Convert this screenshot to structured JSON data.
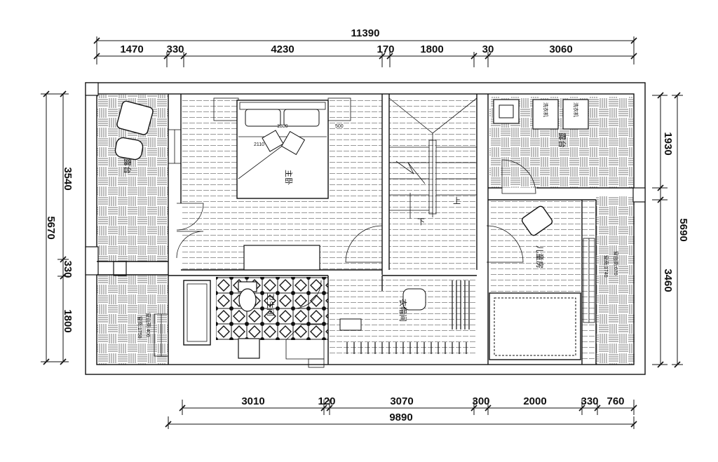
{
  "dimensions": {
    "top_total": "11390",
    "top_segments": [
      "1470",
      "330",
      "4230",
      "170",
      "1800",
      "30",
      "3060"
    ],
    "bottom_segments": [
      "3010",
      "120",
      "3070",
      "300",
      "2000",
      "330",
      "760"
    ],
    "bottom_total": "9890",
    "left_total": "5670",
    "left_segments": [
      "3540",
      "330",
      "1800"
    ],
    "right_total": "5690",
    "right_segments": [
      "1930",
      "3460"
    ]
  },
  "rooms": {
    "master_bedroom": "主卧",
    "balcony_left": "露台",
    "balcony_right": "露台",
    "bathroom": "卫生间",
    "closet": "衣帽间",
    "kids_room": "儿童房"
  },
  "notes": {
    "sill_left": "窗台高:400",
    "window_left": "窗高:1750",
    "sill_right": "窗台高:670",
    "window_right": "窗高:1740",
    "washer_1": "洗衣机",
    "washer_2": "洗衣机",
    "stair_up": "上",
    "stair_down": "下",
    "bed_w": "1800",
    "bed_l": "2110",
    "bed_side": "500"
  }
}
